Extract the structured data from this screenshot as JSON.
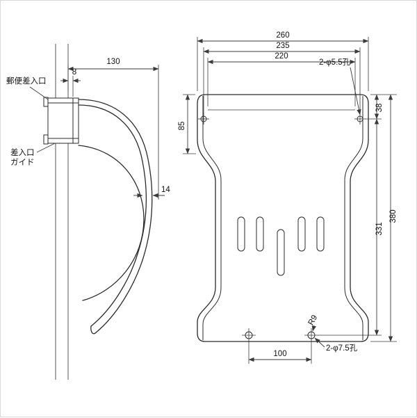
{
  "drawing": {
    "title_hint": "mail-slot-technical-drawing",
    "labels": {
      "mail_slot": "郵便差入口",
      "guide_line1": "差入口",
      "guide_line2": "ガイド",
      "hole_top": "2-φ5.5孔",
      "hole_bottom": "2-φ7.5孔",
      "radius": "R9"
    },
    "dims": {
      "d130": "130",
      "d8": "8",
      "d14": "14",
      "d260": "260",
      "d235": "235",
      "d220": "220",
      "d85": "85",
      "d38": "38",
      "d331": "331",
      "d380": "380",
      "d100": "100"
    }
  }
}
